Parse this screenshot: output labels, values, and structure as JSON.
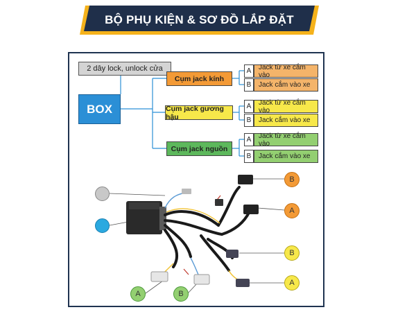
{
  "title": "BỘ PHỤ KIỆN & SƠ ĐỒ LẮP ĐẶT",
  "colors": {
    "banner": "#1f2f4a",
    "banner_accent": "#f5b21b",
    "box": "#2b8fd6",
    "orange": "#f39a36",
    "yellow": "#f7e84a",
    "green": "#5db85c",
    "gray": "#c8c8c8",
    "blue": "#2ba9e0"
  },
  "diagram": {
    "lock_label": "2 dây lock, unlock cửa",
    "box_label": "BOX",
    "groups": [
      {
        "label": "Cụm jack kính",
        "items": [
          {
            "letter": "A",
            "text": "Jack từ xe cắm vào"
          },
          {
            "letter": "B",
            "text": "Jack cắm vào xe"
          }
        ]
      },
      {
        "label": "Cụm jack gương hậu",
        "items": [
          {
            "letter": "A",
            "text": "Jack từ xe cắm vào"
          },
          {
            "letter": "B",
            "text": "Jack cắm vào xe"
          }
        ]
      },
      {
        "label": "Cụm jack nguồn",
        "items": [
          {
            "letter": "A",
            "text": "Jack từ xe cắm vào"
          },
          {
            "letter": "B",
            "text": "Jack cắm vào xe"
          }
        ]
      }
    ]
  },
  "photo_markers": [
    {
      "label": "B",
      "color": "orange"
    },
    {
      "label": "A",
      "color": "orange"
    },
    {
      "label": "B",
      "color": "yellow"
    },
    {
      "label": "A",
      "color": "yellow"
    },
    {
      "label": "A",
      "color": "green"
    },
    {
      "label": "B",
      "color": "green"
    },
    {
      "label": "",
      "color": "gray"
    },
    {
      "label": "",
      "color": "blue"
    }
  ]
}
